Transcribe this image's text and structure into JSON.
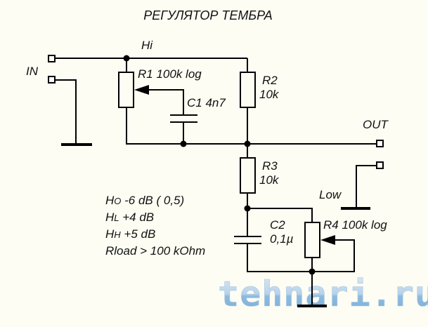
{
  "title": "РЕГУЛЯТОР ТЕМБРА",
  "colors": {
    "background": "#fdfdf3",
    "wire": "#000000",
    "watermark_top": "#c9dced",
    "watermark_bottom": "#7fb0d8"
  },
  "terminals": {
    "input": "IN",
    "output": "OUT",
    "high_node": "Hi",
    "low_node": "Low"
  },
  "components": {
    "r1": {
      "ref": "R1",
      "value": "100k log",
      "label": "R1 100k log"
    },
    "c1": {
      "ref": "C1",
      "value": "4n7",
      "label": "C1 4n7"
    },
    "r2": {
      "ref": "R2",
      "value": "10k"
    },
    "r3": {
      "ref": "R3",
      "value": "10k"
    },
    "c2": {
      "ref": "C2",
      "value": "0,1µ"
    },
    "r4": {
      "ref": "R4",
      "value": "100k log",
      "label": "R4 100k log"
    }
  },
  "specs": [
    {
      "sym": "H",
      "sub": "O",
      "text": " -6 dB ( 0,5)"
    },
    {
      "sym": "H",
      "sub": "L",
      "text": " +4 dB"
    },
    {
      "sym": "H",
      "sub": "H",
      "text": " +5 dB"
    },
    {
      "sym": "Rload",
      "sub": "",
      "text": " > 100 kOhm"
    }
  ],
  "watermark": "tehnari.ru"
}
